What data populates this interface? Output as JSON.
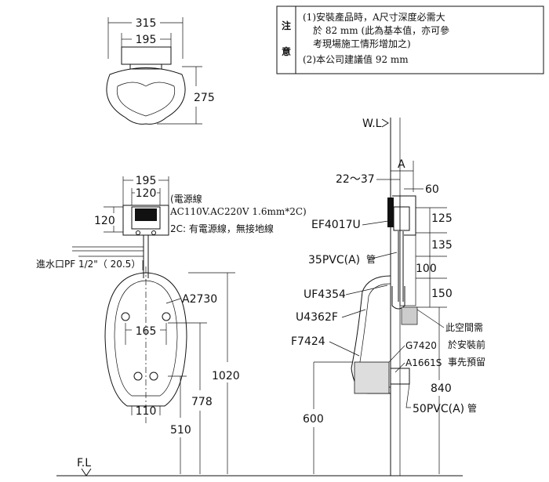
{
  "note": {
    "heading_top": "注",
    "heading_bottom": "意",
    "line1": "(1)安裝產品時，A尺寸深度必需大",
    "line2": "於 82 mm (此為基本值，亦可參",
    "line3": "考現場施工情形增加之)",
    "line4": "(2)本公司建議值 92 mm"
  },
  "top_view": {
    "dim_width": "315",
    "dim_inner": "195",
    "dim_height": "275"
  },
  "front_view": {
    "dim_195": "195",
    "dim_120w": "120",
    "dim_120h": "120",
    "power_line1": "(電源線",
    "power_line2": "AC110V.AC220V    1.6mm*2C)",
    "power_line3": "2C: 有電源線，無接地線",
    "inlet_label": "進水口PF 1/2\"（   20.5）",
    "part_a2730": "A2730",
    "dim_165": "165",
    "dim_110": "110",
    "dim_1020": "1020",
    "dim_778": "778",
    "dim_510": "510",
    "floor_label": "F.L"
  },
  "side_view": {
    "wall_label": "W.L",
    "dim_a": "A",
    "dim_22_37": "22～37",
    "dim_60": "60",
    "dim_125": "125",
    "dim_135": "135",
    "dim_100": "100",
    "dim_150": "150",
    "dim_840": "840",
    "dim_600": "600",
    "part_ef4017u": "EF4017U",
    "part_35pvc": "35PVC(A)",
    "part_uf4354": "UF4354",
    "part_u4362f": "U4362F",
    "part_f7424": "F7424",
    "part_g7420": "G7420",
    "part_a1661s": "A1661S",
    "part_50pvc": "50PVC(A)",
    "mark_pipe": "管",
    "space_note1": "此空間需",
    "space_note2": "於安裝前",
    "space_note3": "事先預留"
  }
}
